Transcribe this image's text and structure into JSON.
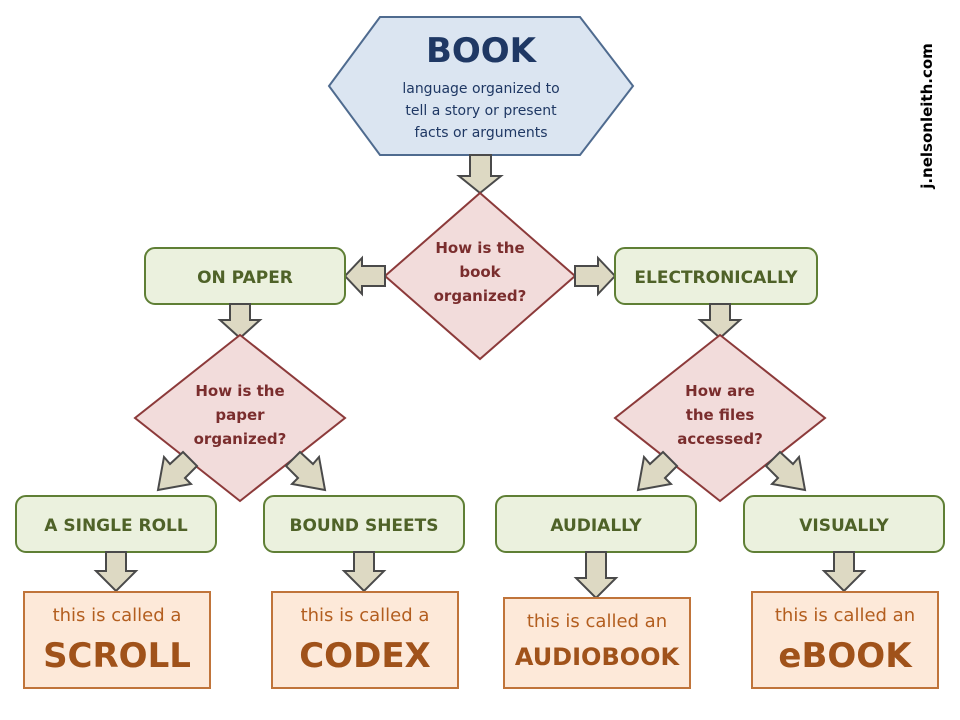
{
  "book": {
    "title": "BOOK",
    "desc_lines": [
      "language organized to",
      "tell a story or present",
      "facts or arguments"
    ]
  },
  "question1": {
    "lines": [
      "How is the",
      "book",
      "organized?"
    ]
  },
  "on_paper": "ON PAPER",
  "electronically": "ELECTRONICALLY",
  "question_paper": {
    "lines": [
      "How is the",
      "paper",
      "organized?"
    ]
  },
  "question_files": {
    "lines": [
      "How are",
      "the files",
      "accessed?"
    ]
  },
  "leaves": [
    {
      "label": "A SINGLE ROLL",
      "called": "this is called a",
      "name": "SCROLL"
    },
    {
      "label": "BOUND SHEETS",
      "called": "this is called a",
      "name": "CODEX"
    },
    {
      "label": "AUDIALLY",
      "called": "this is called an",
      "name": "AUDIOBOOK"
    },
    {
      "label": "VISUALLY",
      "called": "this is called an",
      "name": "eBOOK"
    }
  ],
  "credit": "j.nelsonleith.com",
  "colors": {
    "book_fill": "#dbe5f1",
    "question_fill": "#f2dcdb",
    "category_fill": "#ebf1de",
    "result_fill": "#fde9d9",
    "arrow_fill": "#ddd9c3"
  }
}
